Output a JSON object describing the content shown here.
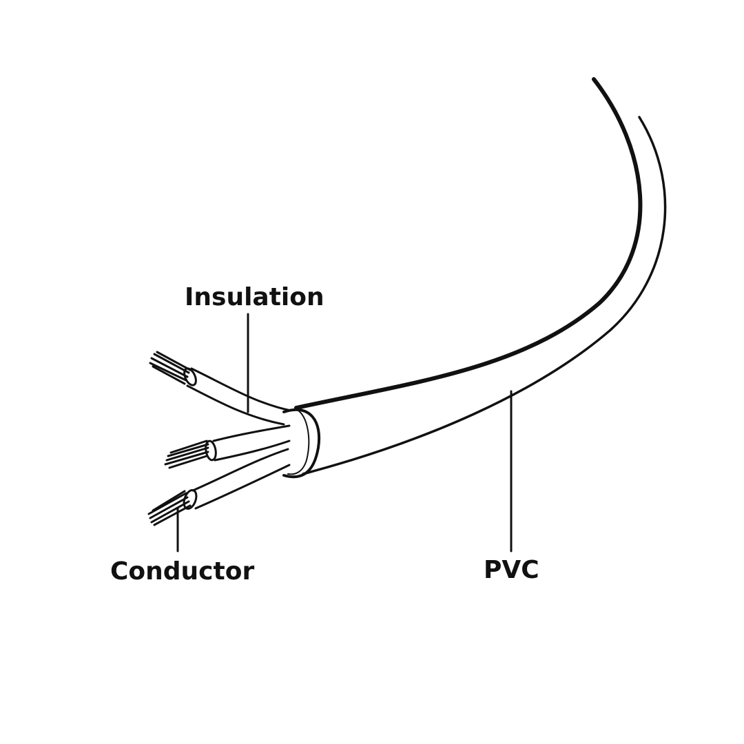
{
  "labels": {
    "insulation": "Insulation",
    "conductor": "Conductor",
    "pvc": "PVC"
  },
  "colors": {
    "ink": "#111111",
    "background": "#ffffff"
  },
  "diagram": {
    "wire_count": 3
  }
}
